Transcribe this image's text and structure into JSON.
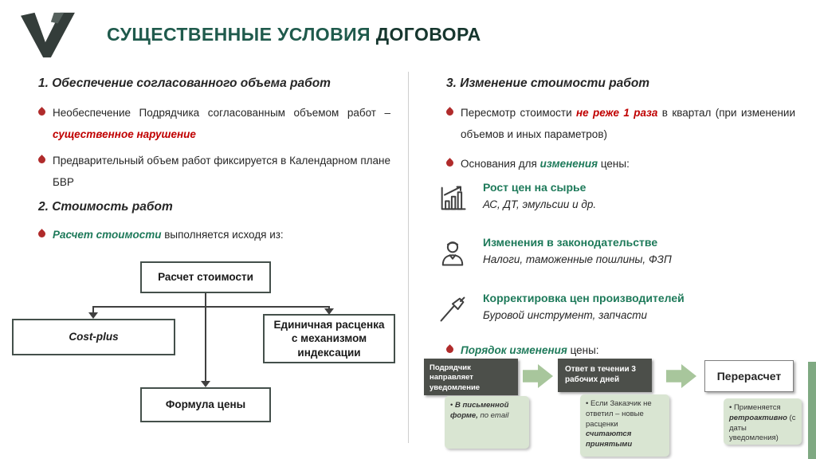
{
  "slide": {
    "title": {
      "part1": "СУЩЕСТВЕННЫЕ УСЛОВИЯ ",
      "part2": "ДОГОВОРА"
    },
    "logo": "v-mark-logo"
  },
  "left": {
    "section1_heading": "1. Обеспечение согласованного объема работ",
    "bullet1": {
      "text": "Необеспечение Подрядчика согласованным объемом работ – ",
      "accent": "существенное нарушение"
    },
    "bullet2": {
      "text": "Предварительный объем работ фиксируется в Календарном плане БВР"
    },
    "section2_heading": "2. Стоимость работ",
    "bullet3": {
      "accent": "Расчет стоимости",
      "text": " выполняется исходя из:"
    },
    "diagram": {
      "root": "Расчет стоимости",
      "left_box": "Cost-plus",
      "right_box": "Единичная расценка с механизмом индексации",
      "bottom_box": "Формула цены"
    }
  },
  "right": {
    "section3_heading": "3. Изменение стоимости работ",
    "bullet1": {
      "text1": "Пересмотр стоимости ",
      "accent": "не реже 1 раза",
      "text2": " в квартал (при изменении объемов и иных параметров)"
    },
    "bullet2": {
      "text1": "Основания для ",
      "accent": "изменения",
      "text2": " цены:"
    },
    "reasons": [
      {
        "icon": "bar-chart-icon",
        "title": "Рост цен на сырье",
        "subtitle": "АС, ДТ, эмульсии и др."
      },
      {
        "icon": "person-icon",
        "title": "Изменения в законодательстве",
        "subtitle": "Налоги, таможенные пошлины, ФЗП"
      },
      {
        "icon": "screwdriver-icon",
        "title": "Корректировка цен производителей",
        "subtitle": "Буровой инструмент, запчасти"
      }
    ],
    "bullet3": {
      "accent": "Порядок изменения",
      "text2": " цены:"
    },
    "process": {
      "step1": "Подрядчик направляет уведомление",
      "step2": "Ответ в течении 3 рабочих дней",
      "step3": "Перерасчет",
      "note1": {
        "marker": "• ",
        "bold": "В письменной форме,",
        "rest": " по email"
      },
      "note2": {
        "marker": "• ",
        "text": "Если Заказчик не ответил – новые расценки ",
        "bold": "считаются принятыми"
      },
      "note3": {
        "marker": "• ",
        "text1": "Применяется ",
        "bold": "ретроактивно",
        "text2": " (с даты уведомления)"
      }
    }
  },
  "colors": {
    "title_green": "#1F5A4C",
    "title_dark": "#16362E",
    "accent_green": "#1E7A5A",
    "accent_red": "#C00000",
    "bullet_red": "#B02B2B",
    "dark_box_bg": "#4C4F4A",
    "note_bg": "#D9E5D2",
    "arrow_green": "#A8C69C",
    "edge_strip_green": "#7FA982"
  }
}
